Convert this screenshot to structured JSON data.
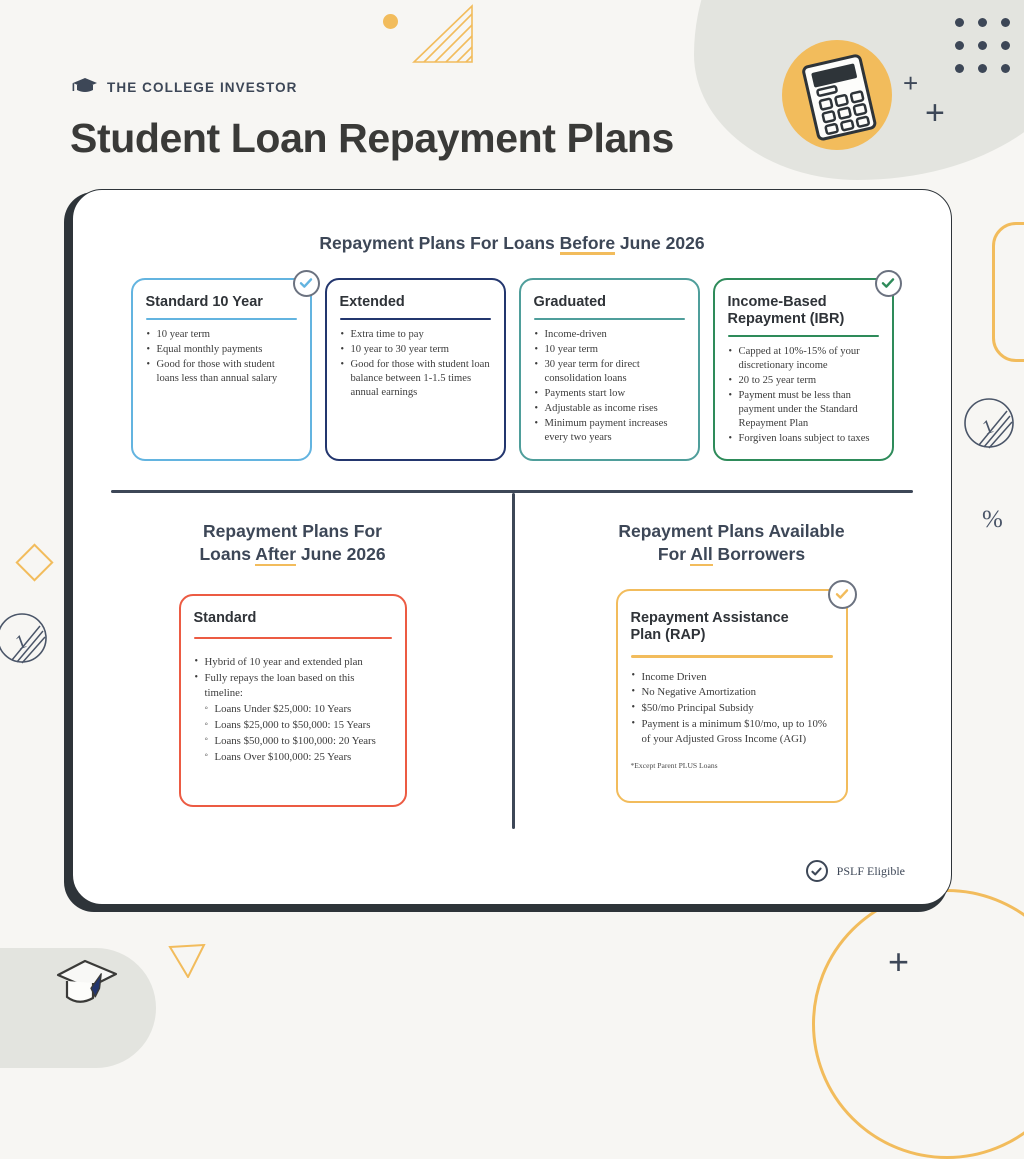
{
  "brand": {
    "name": "THE COLLEGE INVESTOR",
    "logo_icon": "graduation-cap-icon"
  },
  "title": "Student Loan Repayment Plans",
  "sections": {
    "before": {
      "heading_pre": "Repayment Plans For Loans ",
      "heading_underlined": "Before",
      "heading_post": " June 2026"
    },
    "after": {
      "heading_line1_pre": "Repayment Plans For",
      "heading_line2_pre": "Loans ",
      "heading_underlined": "After",
      "heading_line2_post": " June 2026"
    },
    "all_borrowers": {
      "heading_line1": "Repayment Plans Available",
      "heading_line2_pre": "For ",
      "heading_underlined": "All",
      "heading_line2_post": " Borrowers"
    }
  },
  "colors": {
    "standard_10_year": "#63b4e0",
    "extended": "#23366e",
    "graduated": "#4f9e9b",
    "ibr": "#2e8b5a",
    "standard_new": "#ec5b43",
    "rap": "#f2bc5c",
    "accent_yellow": "#f2bc5c",
    "ink": "#3d4757",
    "background": "#f7f6f3"
  },
  "cards_before": [
    {
      "title": "Standard 10 Year",
      "pslf_eligible": true,
      "bullets": [
        "10 year term",
        "Equal monthly payments",
        "Good for those with student loans less than annual salary"
      ]
    },
    {
      "title": "Extended",
      "pslf_eligible": false,
      "bullets": [
        "Extra time to pay",
        "10 year to 30 year term",
        "Good for those with student loan balance between 1-1.5 times annual earnings"
      ]
    },
    {
      "title": "Graduated",
      "pslf_eligible": false,
      "bullets": [
        "Income-driven",
        "10 year term",
        "30 year term for direct consolidation loans",
        "Payments start low",
        "Adjustable as income rises",
        "Minimum payment increases every two years"
      ]
    },
    {
      "title": "Income-Based Repayment (IBR)",
      "pslf_eligible": true,
      "bullets": [
        "Capped at 10%-15% of your discretionary income",
        "20 to 25 year term",
        "Payment must be less than payment under the Standard Repayment Plan",
        "Forgiven loans subject to taxes"
      ]
    }
  ],
  "card_after": {
    "title": "Standard",
    "pslf_eligible": false,
    "bullets": [
      "Hybrid of 10 year and extended plan",
      "Fully repays the loan based on this timeline:"
    ],
    "sub_bullets": [
      "Loans Under $25,000: 10 Years",
      "Loans $25,000 to $50,000: 15 Years",
      "Loans $50,000 to $100,000: 20 Years",
      "Loans Over $100,000: 25 Years"
    ]
  },
  "card_rap": {
    "title": "Repayment Assistance Plan (RAP)",
    "pslf_eligible": true,
    "bullets": [
      "Income Driven",
      "No Negative Amortization",
      "$50/mo Principal Subsidy",
      "Payment is a minimum $10/mo, up to 10% of your Adjusted Gross Income (AGI)"
    ],
    "footnote": "*Except Parent PLUS Loans"
  },
  "legend": {
    "icon": "check-circle-icon",
    "label": "PSLF Eligible"
  },
  "decorations": [
    "calculator-icon",
    "graduation-cap-icon",
    "dot-grid",
    "plus-sign",
    "hatched-triangle",
    "yellow-diamond",
    "coin-icon",
    "percent-symbol",
    "yellow-circle-arc",
    "triangle-outline"
  ]
}
